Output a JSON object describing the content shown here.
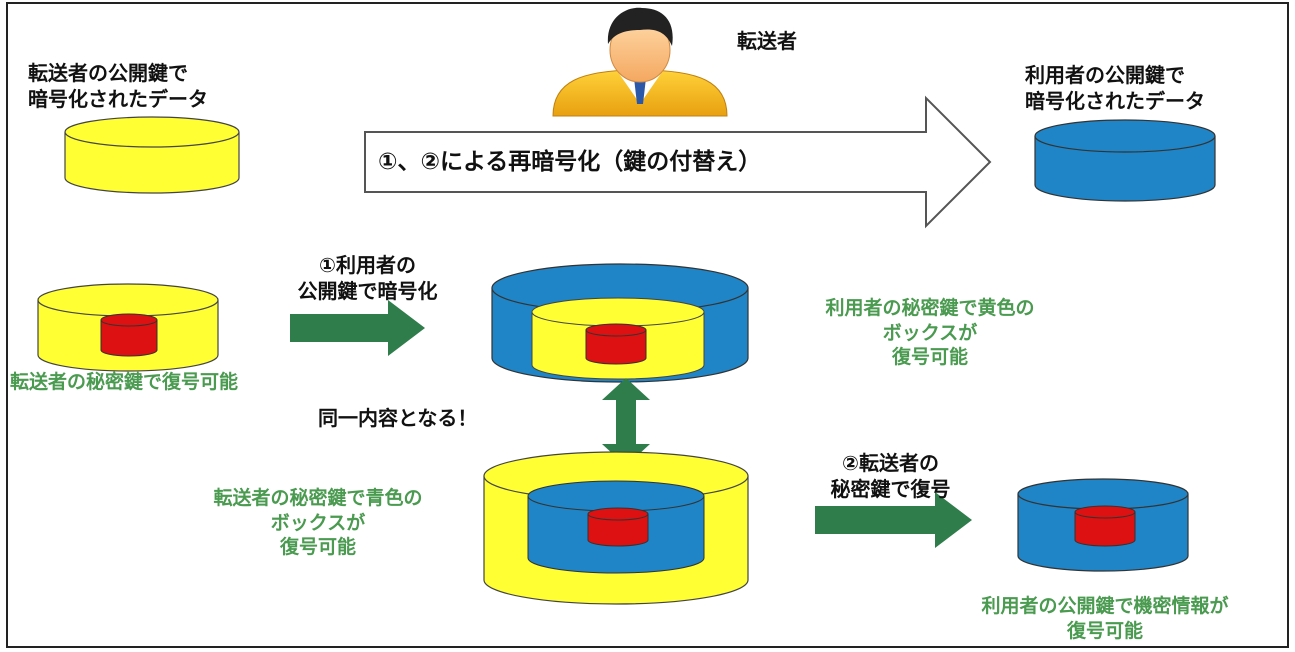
{
  "top": {
    "left_caption": [
      "転送者の公開鍵で",
      "暗号化されたデータ"
    ],
    "person_label": "転送者",
    "big_arrow_label": "①、②による再暗号化（鍵の付替え）",
    "right_caption": [
      "利用者の公開鍵で",
      "暗号化されたデータ"
    ]
  },
  "middle": {
    "step1_label": [
      "①利用者の",
      "公開鍵で暗号化"
    ],
    "left_caption": "転送者の秘密鍵で復号可能",
    "right_caption": [
      "利用者の秘密鍵で黄色の",
      "ボックスが",
      "復号可能"
    ]
  },
  "same_label": "同一内容となる！",
  "bottom": {
    "left_caption": [
      "転送者の秘密鍵で青色の",
      "ボックスが",
      "復号可能"
    ],
    "step2_label": [
      "②転送者の",
      "秘密鍵で復号"
    ],
    "right_caption": [
      "利用者の公開鍵で機密情報が",
      "復号可能"
    ]
  },
  "colors": {
    "yellow": "#ffff33",
    "blue": "#1f85c6",
    "red": "#dd1111",
    "green_arrow": "#2e7d4b",
    "green_text": "#4a9a50"
  },
  "icons": [
    "person-icon",
    "cylinder-icon",
    "arrow-icon",
    "double-arrow-icon"
  ]
}
